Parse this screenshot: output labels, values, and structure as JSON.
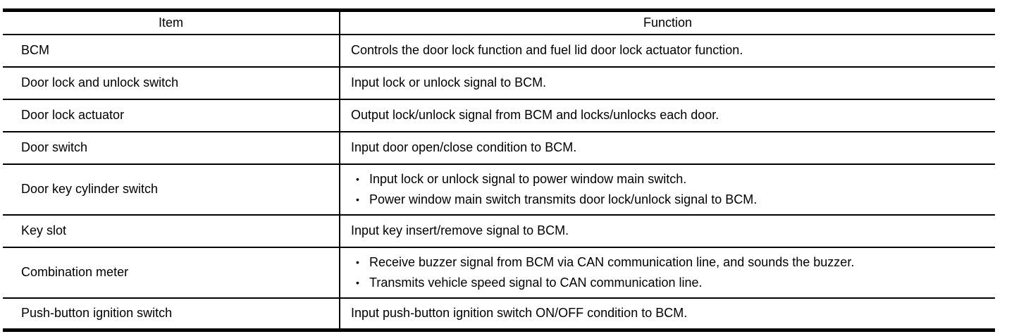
{
  "colors": {
    "text": "#000000",
    "background": "#ffffff",
    "border": "#000000"
  },
  "table": {
    "bullet_char": "•",
    "headers": {
      "item": "Item",
      "function": "Function"
    },
    "rows": [
      {
        "item": "BCM",
        "bulleted": false,
        "functions": [
          "Controls the door lock function and fuel lid door lock actuator function."
        ]
      },
      {
        "item": "Door lock and unlock switch",
        "bulleted": false,
        "functions": [
          "Input lock or unlock signal to BCM."
        ]
      },
      {
        "item": "Door lock actuator",
        "bulleted": false,
        "functions": [
          "Output lock/unlock signal from BCM and locks/unlocks each door."
        ]
      },
      {
        "item": "Door switch",
        "bulleted": false,
        "functions": [
          "Input door open/close condition to BCM."
        ]
      },
      {
        "item": "Door key cylinder switch",
        "bulleted": true,
        "functions": [
          "Input lock or unlock signal to power window main switch.",
          "Power window main switch transmits door lock/unlock signal to BCM."
        ]
      },
      {
        "item": "Key slot",
        "bulleted": false,
        "functions": [
          "Input key insert/remove signal to BCM."
        ]
      },
      {
        "item": "Combination meter",
        "bulleted": true,
        "functions": [
          "Receive buzzer signal from BCM via CAN communication line, and sounds the buzzer.",
          "Transmits vehicle speed signal to CAN communication line."
        ]
      },
      {
        "item": "Push-button ignition switch",
        "bulleted": false,
        "functions": [
          "Input push-button ignition switch ON/OFF condition to BCM."
        ]
      }
    ]
  }
}
